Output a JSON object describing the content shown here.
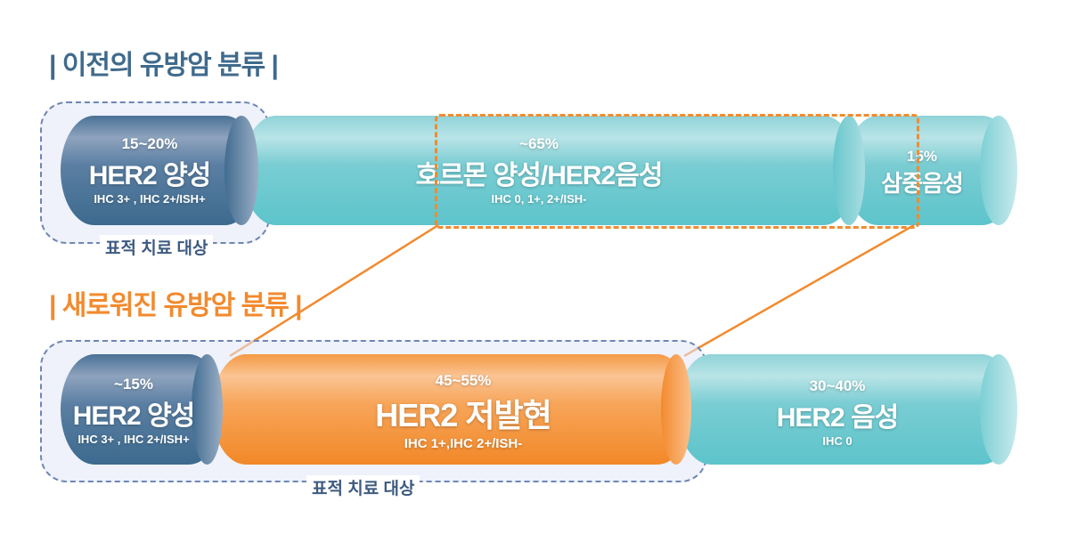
{
  "previous": {
    "title": "| 이전의 유방암 분류 |",
    "target_label": "표적 치료 대상",
    "segments": [
      {
        "pct": "15~20%",
        "name": "HER2 양성",
        "detail": "IHC 3+ , IHC 2+/ISH+"
      },
      {
        "pct": "~65%",
        "name": "호르몬 양성/HER2음성",
        "detail": "IHC 0, 1+, 2+/ISH-"
      },
      {
        "pct": "15%",
        "name": "삼중음성",
        "detail": ""
      }
    ]
  },
  "new": {
    "title": "| 새로워진 유방암 분류 |",
    "target_label": "표적 치료 대상",
    "segments": [
      {
        "pct": "~15%",
        "name": "HER2 양성",
        "detail": "IHC 3+ , IHC 2+/ISH+"
      },
      {
        "pct": "45~55%",
        "name": "HER2 저발현",
        "detail": "IHC 1+,IHC 2+/ISH-"
      },
      {
        "pct": "30~40%",
        "name": "HER2 음성",
        "detail": "IHC 0"
      }
    ]
  },
  "colors": {
    "blue": "#3f6a8c",
    "teal": "#6ccbd1",
    "orange": "#f28a2e"
  }
}
